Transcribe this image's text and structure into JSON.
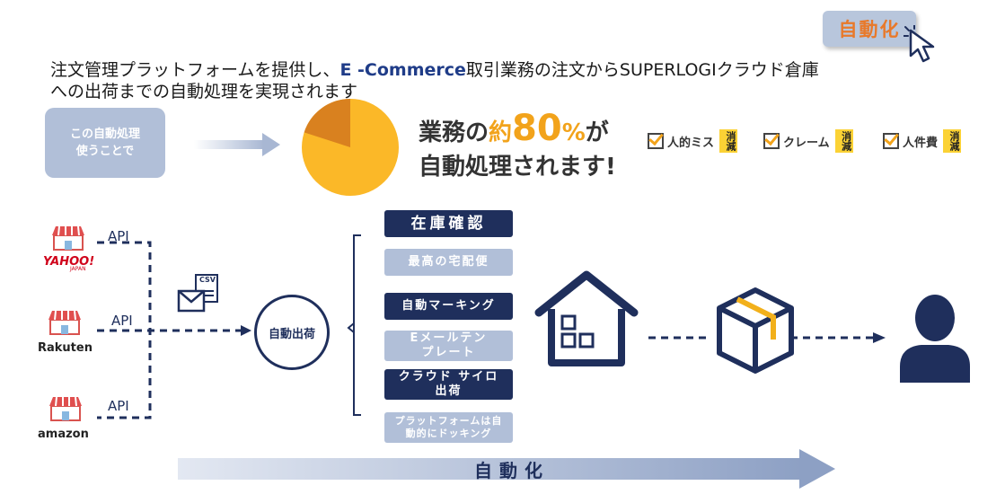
{
  "badge": {
    "label": "自動化"
  },
  "intro": {
    "line1_pre": "注文管理プラットフォームを提供し、",
    "line1_highlight": "E -Commerce",
    "line1_post": "取引業務の注文からSUPERLOGIクラウド倉庫",
    "line2": "への出荷までの自動処理を実現されます"
  },
  "use_box": {
    "line1": "この自動処理",
    "line2": "使うことで"
  },
  "headline": {
    "part1": "業務の",
    "about": "約",
    "percent": "80",
    "percent_sign": "%",
    "part2": "が",
    "line2": "自動処理されます!"
  },
  "pie": {
    "automated_fraction": 0.8,
    "color_main": "#fbb828",
    "color_rest": "#d9811f"
  },
  "checks": [
    {
      "label": "人的ミス",
      "tag": "消減"
    },
    {
      "label": "クレーム",
      "tag": "消減"
    },
    {
      "label": "人件費",
      "tag": "消減"
    }
  ],
  "shops": [
    {
      "name": "YAHOO!",
      "sub": "JAPAN",
      "api": "API"
    },
    {
      "name": "Rakuten",
      "api": "API"
    },
    {
      "name": "amazon",
      "api": "API"
    }
  ],
  "csv_label": "CSV",
  "auto_ship": "自動出荷",
  "steps": [
    {
      "label": "在庫確認",
      "style": "dark"
    },
    {
      "label": "最高の宅配便",
      "style": "light"
    },
    {
      "label": "自動マーキング",
      "style": "dark"
    },
    {
      "label": "Eメールテン\nプレート",
      "style": "light"
    },
    {
      "label": "クラウド サイロ\n出荷",
      "style": "dark"
    },
    {
      "label": "プラットフォームは自\n動的にドッキング",
      "style": "light"
    }
  ],
  "bottom_label": "自動化",
  "colors": {
    "navy": "#1f2f5c",
    "light_blue": "#b1bfd8",
    "orange": "#f2a31b",
    "yellow": "#fbd235"
  }
}
